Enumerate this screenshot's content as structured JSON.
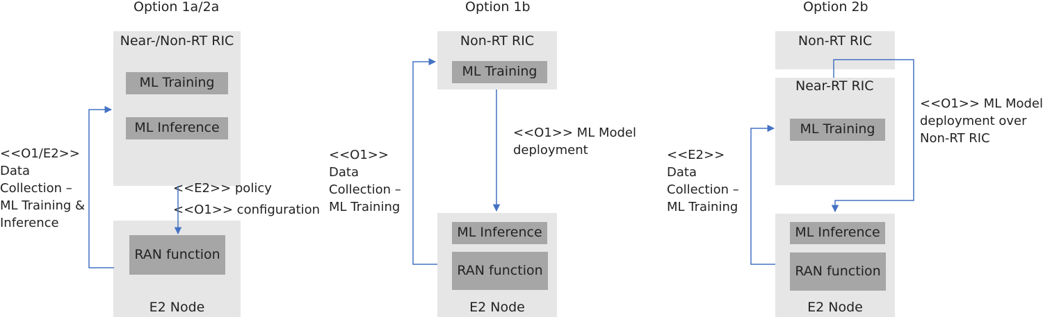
{
  "options": [
    {
      "title": "Option 1a/2a",
      "ric_label": "Near-/Non-RT RIC",
      "ml_training": "ML Training",
      "ml_inference": "ML Inference",
      "e2_interface_line1": "<<E2>> policy",
      "e2_interface_line2": "<<O1>> configuration",
      "data_collection": [
        "<<O1/E2>>",
        "Data",
        "Collection –",
        "ML Training &",
        "Inference"
      ],
      "ran_function": "RAN function",
      "e2_node": "E2 Node"
    },
    {
      "title": "Option 1b",
      "ric_label": "Non-RT RIC",
      "ml_training": "ML Training",
      "deployment": [
        "<<O1>> ML Model",
        "deployment"
      ],
      "data_collection": [
        "<<O1>>",
        "Data",
        "Collection –",
        "ML Training"
      ],
      "ml_inference": "ML Inference",
      "ran_function": "RAN function",
      "e2_node": "E2 Node"
    },
    {
      "title": "Option 2b",
      "non_rt_ric": "Non-RT RIC",
      "near_rt_ric": "Near-RT RIC",
      "ml_training": "ML Training",
      "deployment": [
        "<<O1>> ML Model",
        "deployment over",
        "Non-RT RIC"
      ],
      "data_collection": [
        "<<E2>>",
        "Data",
        "Collection –",
        "ML Training"
      ],
      "ml_inference": "ML Inference",
      "ran_function": "RAN function",
      "e2_node": "E2 Node"
    }
  ],
  "colors": {
    "outer_box": "#e6e6e6",
    "inner_box": "#a6a6a6",
    "arrow": "#4472c4"
  }
}
